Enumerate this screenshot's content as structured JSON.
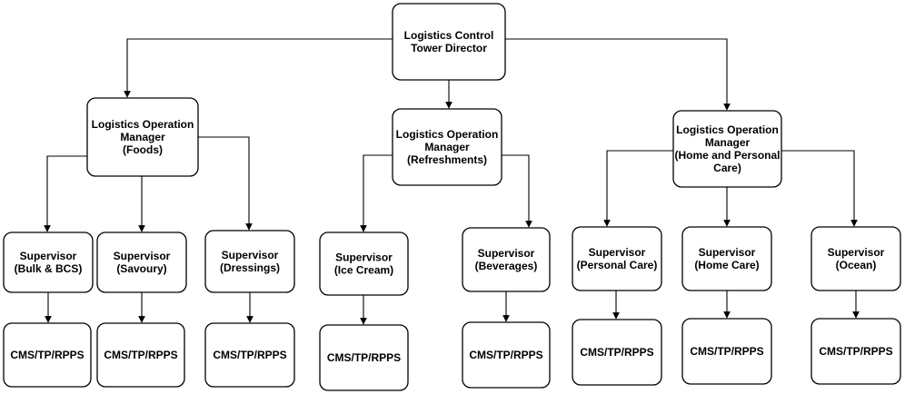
{
  "nodes": [
    {
      "id": "director",
      "lines": [
        "Logistics Control",
        "Tower Director"
      ]
    },
    {
      "id": "lom_foods",
      "lines": [
        "Logistics Operation",
        "Manager",
        "(Foods)"
      ]
    },
    {
      "id": "lom_refresh",
      "lines": [
        "Logistics Operation",
        "Manager",
        "(Refreshments)"
      ]
    },
    {
      "id": "lom_hpc",
      "lines": [
        "Logistics Operation",
        "Manager",
        "(Home and Personal",
        "Care)"
      ]
    },
    {
      "id": "sup_bulk",
      "lines": [
        "Supervisor",
        "(Bulk & BCS)"
      ]
    },
    {
      "id": "sup_savoury",
      "lines": [
        "Supervisor",
        "(Savoury)"
      ]
    },
    {
      "id": "sup_dressings",
      "lines": [
        "Supervisor",
        "(Dressings)"
      ]
    },
    {
      "id": "sup_icecream",
      "lines": [
        "Supervisor",
        "(Ice Cream)"
      ]
    },
    {
      "id": "sup_beverages",
      "lines": [
        "Supervisor",
        "(Beverages)"
      ]
    },
    {
      "id": "sup_personal",
      "lines": [
        "Supervisor",
        "(Personal Care)"
      ]
    },
    {
      "id": "sup_home",
      "lines": [
        "Supervisor",
        "(Home Care)"
      ]
    },
    {
      "id": "sup_ocean",
      "lines": [
        "Supervisor",
        "(Ocean)"
      ]
    },
    {
      "id": "cms_bulk",
      "lines": [
        "CMS/TP/RPPS"
      ]
    },
    {
      "id": "cms_savoury",
      "lines": [
        "CMS/TP/RPPS"
      ]
    },
    {
      "id": "cms_dressings",
      "lines": [
        "CMS/TP/RPPS"
      ]
    },
    {
      "id": "cms_icecream",
      "lines": [
        "CMS/TP/RPPS"
      ]
    },
    {
      "id": "cms_beverages",
      "lines": [
        "CMS/TP/RPPS"
      ]
    },
    {
      "id": "cms_personal",
      "lines": [
        "CMS/TP/RPPS"
      ]
    },
    {
      "id": "cms_home",
      "lines": [
        "CMS/TP/RPPS"
      ]
    },
    {
      "id": "cms_ocean",
      "lines": [
        "CMS/TP/RPPS"
      ]
    }
  ],
  "edges": [
    {
      "from": "director",
      "to": "lom_foods"
    },
    {
      "from": "director",
      "to": "lom_refresh"
    },
    {
      "from": "director",
      "to": "lom_hpc"
    },
    {
      "from": "lom_foods",
      "to": "sup_bulk"
    },
    {
      "from": "lom_foods",
      "to": "sup_savoury"
    },
    {
      "from": "lom_foods",
      "to": "sup_dressings"
    },
    {
      "from": "lom_refresh",
      "to": "sup_icecream"
    },
    {
      "from": "lom_refresh",
      "to": "sup_beverages"
    },
    {
      "from": "lom_hpc",
      "to": "sup_personal"
    },
    {
      "from": "lom_hpc",
      "to": "sup_home"
    },
    {
      "from": "lom_hpc",
      "to": "sup_ocean"
    },
    {
      "from": "sup_bulk",
      "to": "cms_bulk"
    },
    {
      "from": "sup_savoury",
      "to": "cms_savoury"
    },
    {
      "from": "sup_dressings",
      "to": "cms_dressings"
    },
    {
      "from": "sup_icecream",
      "to": "cms_icecream"
    },
    {
      "from": "sup_beverages",
      "to": "cms_beverages"
    },
    {
      "from": "sup_personal",
      "to": "cms_personal"
    },
    {
      "from": "sup_home",
      "to": "cms_home"
    },
    {
      "from": "sup_ocean",
      "to": "cms_ocean"
    }
  ]
}
